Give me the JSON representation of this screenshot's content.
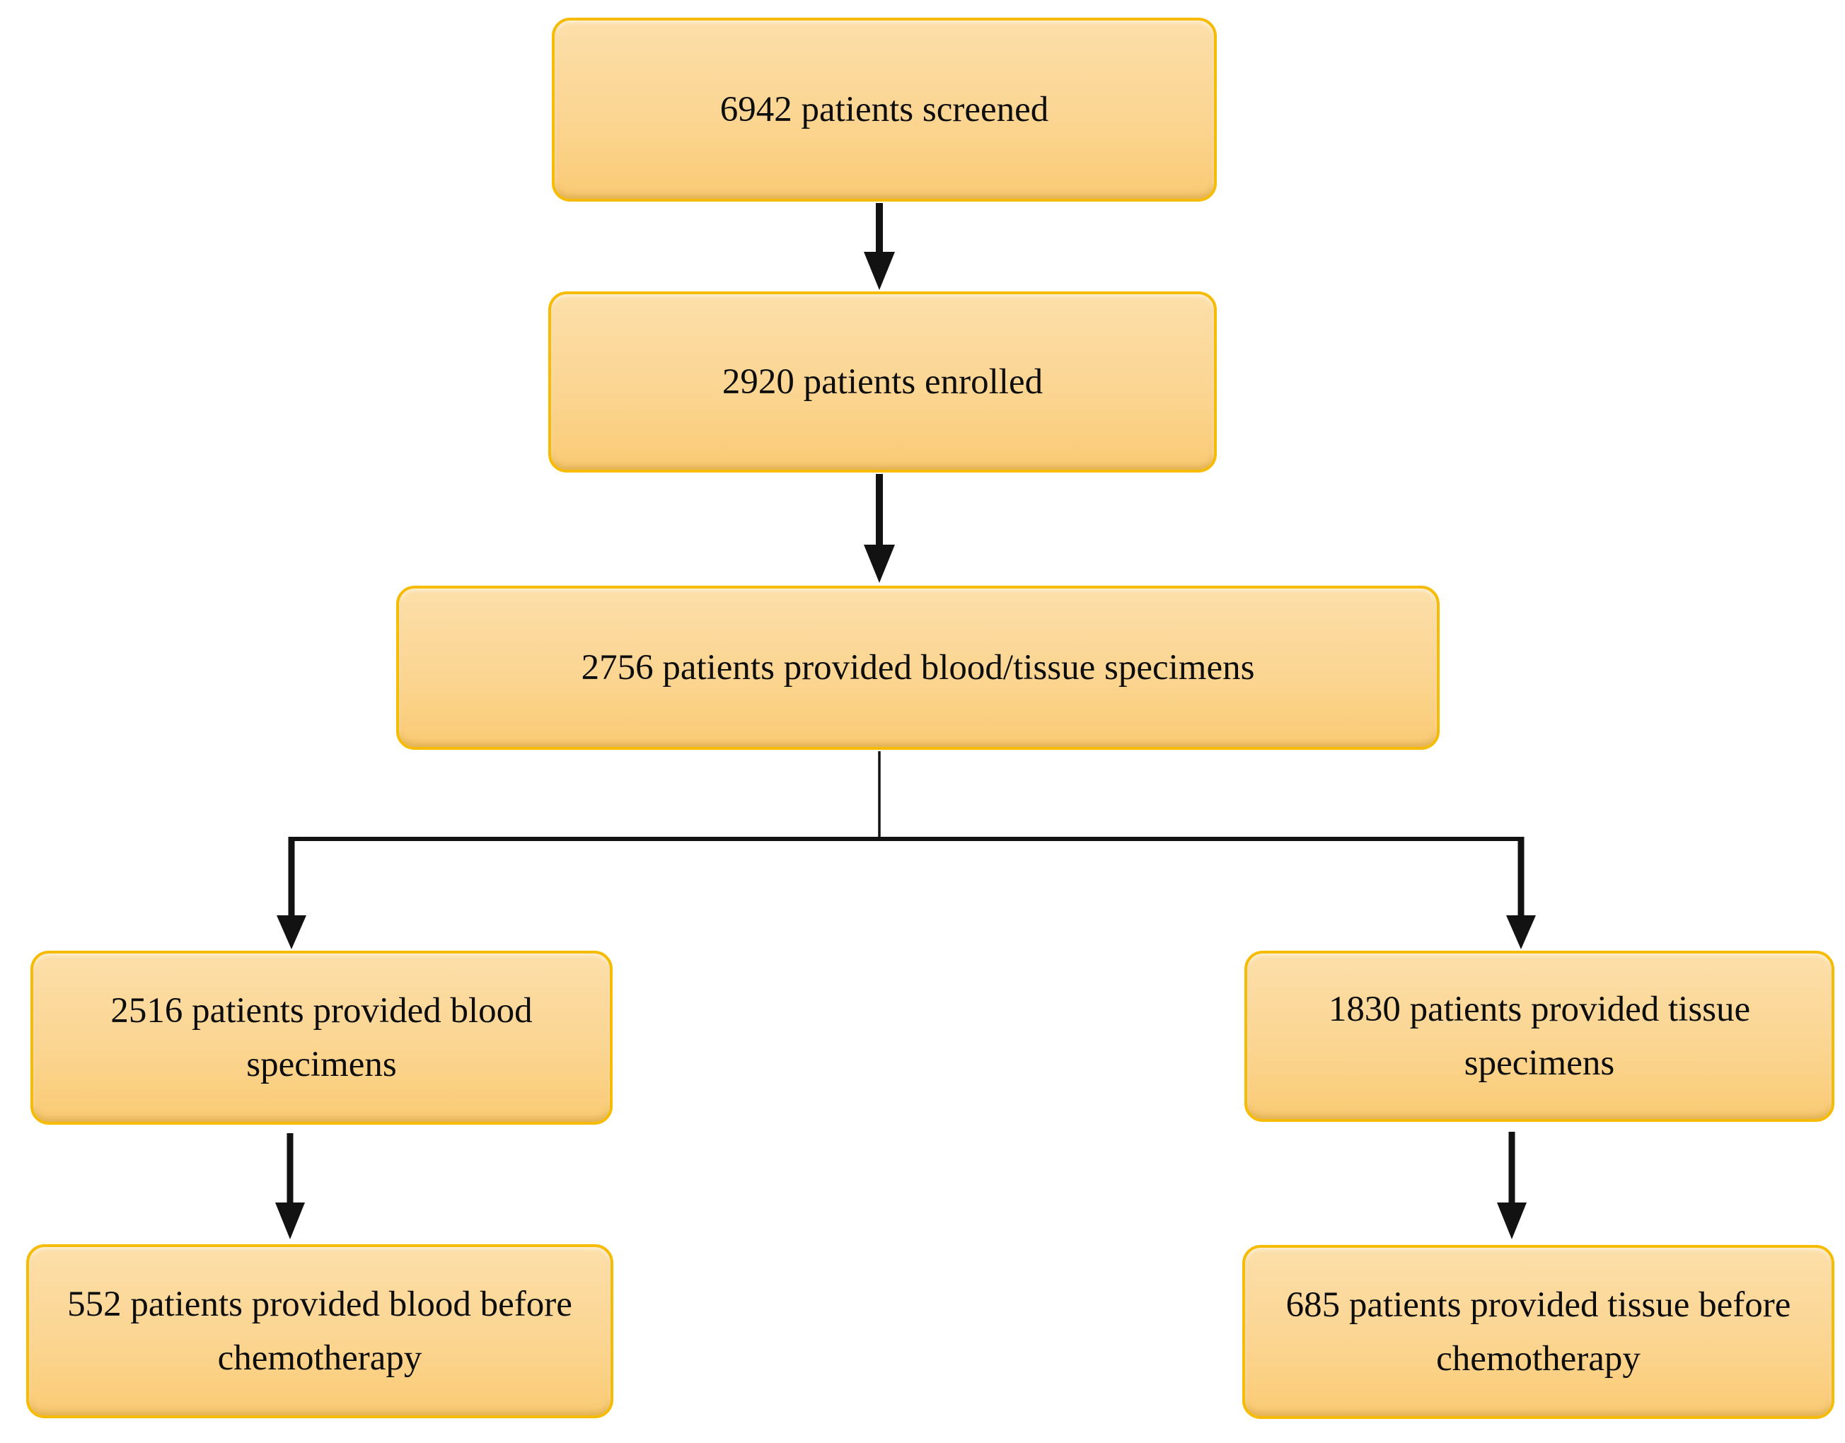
{
  "diagram": {
    "type": "flowchart",
    "colors": {
      "node_fill_top": "#fbda9c",
      "node_fill_bottom": "#facb74",
      "node_border": "#f6bb05",
      "arrow": "#121212",
      "text": "#0d0d0d",
      "background": "#ffffff"
    },
    "nodes": [
      {
        "id": "screened",
        "label": "6942 patients screened"
      },
      {
        "id": "enrolled",
        "label": "2920 patients enrolled"
      },
      {
        "id": "specimens",
        "label": "2756 patients provided blood/tissue specimens"
      },
      {
        "id": "blood",
        "label": "2516 patients provided blood specimens"
      },
      {
        "id": "tissue",
        "label": "1830  patients provided tissue specimens"
      },
      {
        "id": "blood_chemo",
        "label": "552 patients provided blood before chemotherapy"
      },
      {
        "id": "tissue_chemo",
        "label": "685 patients provided tissue before chemotherapy"
      }
    ],
    "edges": [
      {
        "from": "screened",
        "to": "enrolled"
      },
      {
        "from": "enrolled",
        "to": "specimens"
      },
      {
        "from": "specimens",
        "to": "blood"
      },
      {
        "from": "specimens",
        "to": "tissue"
      },
      {
        "from": "blood",
        "to": "blood_chemo"
      },
      {
        "from": "tissue",
        "to": "tissue_chemo"
      }
    ]
  }
}
